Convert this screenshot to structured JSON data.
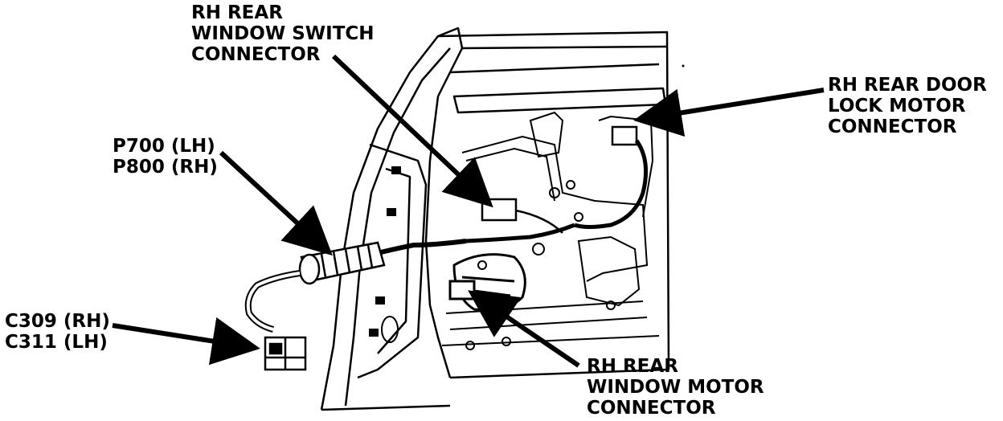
{
  "callouts": {
    "window_switch": [
      "RH REAR",
      "WINDOW SWITCH",
      "CONNECTOR"
    ],
    "p700": [
      "P700 (LH)",
      "P800 (RH)"
    ],
    "door_lock": [
      "RH REAR DOOR",
      "LOCK MOTOR",
      "CONNECTOR"
    ],
    "c309": [
      "C309 (RH)",
      "C311 (LH)"
    ],
    "window_motor": [
      "RH REAR",
      "WINDOW MOTOR",
      "CONNECTOR"
    ]
  }
}
